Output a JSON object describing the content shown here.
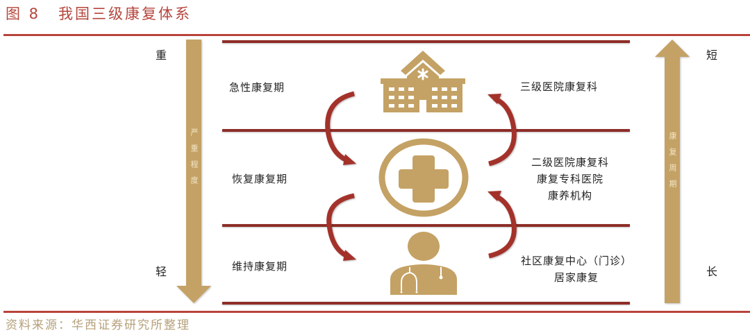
{
  "figure": {
    "number": "图 8",
    "title": "我国三级康复体系"
  },
  "colors": {
    "accent_red": "#B8433B",
    "line_dark_red": "#8E2C27",
    "arrow_red": "#A3302A",
    "gold": "#C4A265"
  },
  "left_axis": {
    "top_label": "重",
    "bottom_label": "轻",
    "arrow_text": "严重程度",
    "direction": "down"
  },
  "right_axis": {
    "top_label": "短",
    "bottom_label": "长",
    "arrow_text": "康复周期",
    "direction": "up"
  },
  "tiers": [
    {
      "stage": "急性康复期",
      "icon": "hospital-building-icon",
      "institutions": [
        "三级医院康复科"
      ]
    },
    {
      "stage": "恢复康复期",
      "icon": "medical-cross-icon",
      "institutions": [
        "二级医院康复科",
        "康复专科医院",
        "康养机构"
      ]
    },
    {
      "stage": "维持康复期",
      "icon": "doctor-icon",
      "institutions": [
        "社区康复中心（门诊）",
        "居家康复"
      ]
    }
  ],
  "flows": [
    {
      "from": "tier1",
      "to": "tier2",
      "side": "left",
      "direction": "down"
    },
    {
      "from": "tier2",
      "to": "tier1",
      "side": "right",
      "direction": "up"
    },
    {
      "from": "tier2",
      "to": "tier3",
      "side": "left",
      "direction": "down"
    },
    {
      "from": "tier3",
      "to": "tier2",
      "side": "right",
      "direction": "up"
    }
  ],
  "source": "资料来源：华西证券研究所整理"
}
